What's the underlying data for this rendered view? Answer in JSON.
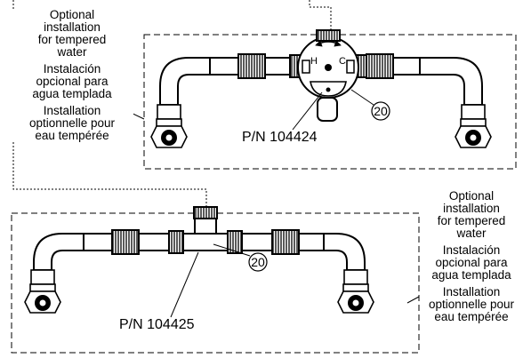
{
  "top": {
    "label_en": [
      "Optional",
      "installation",
      "for tempered",
      "water"
    ],
    "label_es": [
      "Instalación",
      "opcional para",
      "agua templada"
    ],
    "label_fr": [
      "Installation",
      "optionnelle pour",
      "eau tempérée"
    ],
    "part_number": "P/N 104424",
    "callout": "20",
    "valve_hot": "H",
    "valve_cold": "C"
  },
  "bottom": {
    "label_en": [
      "Optional",
      "installation",
      "for tempered",
      "water"
    ],
    "label_es": [
      "Instalación",
      "opcional para",
      "agua templada"
    ],
    "label_fr": [
      "Installation",
      "optionnelle pour",
      "eau tempérée"
    ],
    "part_number": "P/N 104425",
    "callout": "20"
  }
}
